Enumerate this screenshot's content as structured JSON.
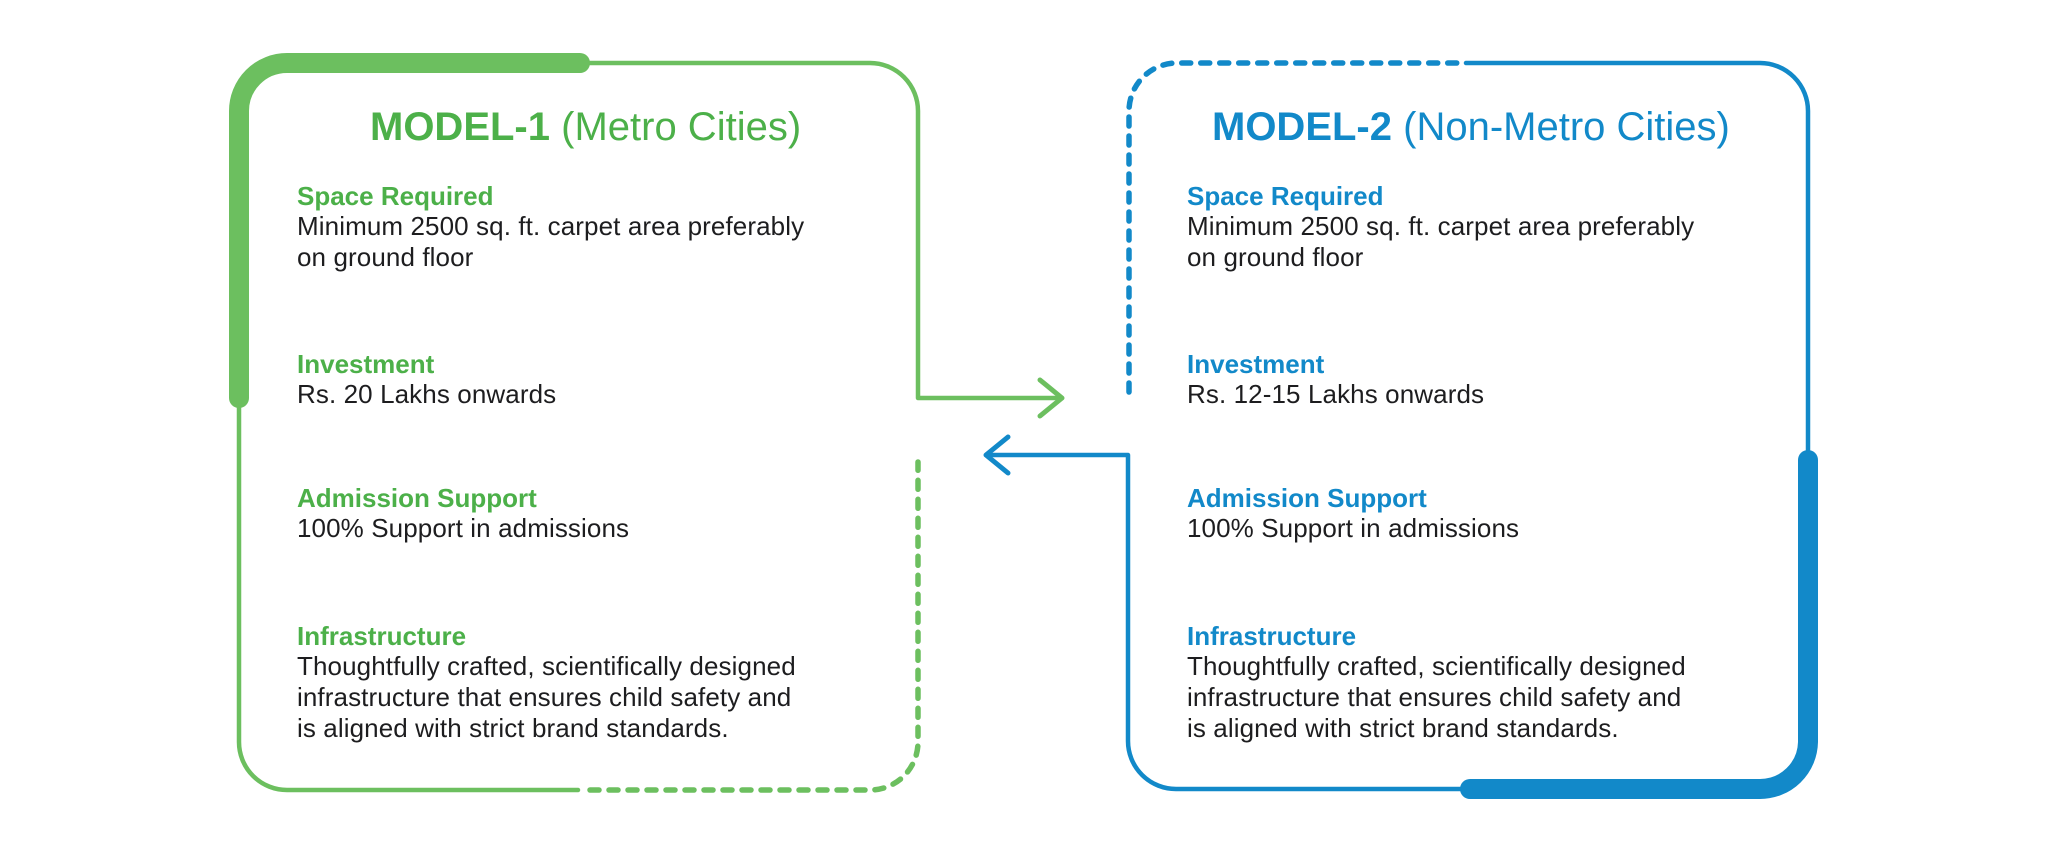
{
  "colors": {
    "model1": "#6cbf5f",
    "model1_text": "#4cb049",
    "model2": "#1289c9",
    "body_text": "#1d1d1f"
  },
  "models": [
    {
      "name": "MODEL-1",
      "subtitle": "(Metro Cities)",
      "sections": [
        {
          "heading": "Space Required",
          "text": "Minimum 2500 sq. ft. carpet area preferably\non ground floor"
        },
        {
          "heading": "Investment",
          "text": "Rs. 20 Lakhs onwards"
        },
        {
          "heading": "Admission Support",
          "text": "100% Support in admissions"
        },
        {
          "heading": "Infrastructure",
          "text": "Thoughtfully crafted, scientifically designed\ninfrastructure that ensures child safety and\nis aligned with strict brand standards."
        }
      ]
    },
    {
      "name": "MODEL-2",
      "subtitle": "(Non-Metro Cities)",
      "sections": [
        {
          "heading": "Space Required",
          "text": "Minimum 2500 sq. ft. carpet area preferably\non ground floor"
        },
        {
          "heading": "Investment",
          "text": "Rs. 12-15 Lakhs onwards"
        },
        {
          "heading": "Admission Support",
          "text": "100% Support in admissions"
        },
        {
          "heading": "Infrastructure",
          "text": "Thoughtfully crafted, scientifically designed\ninfrastructure that ensures child safety and\nis aligned with strict brand standards."
        }
      ]
    }
  ],
  "connectors": [
    {
      "from": "MODEL-1",
      "to": "MODEL-2",
      "direction": "right"
    },
    {
      "from": "MODEL-2",
      "to": "MODEL-1",
      "direction": "left"
    }
  ]
}
